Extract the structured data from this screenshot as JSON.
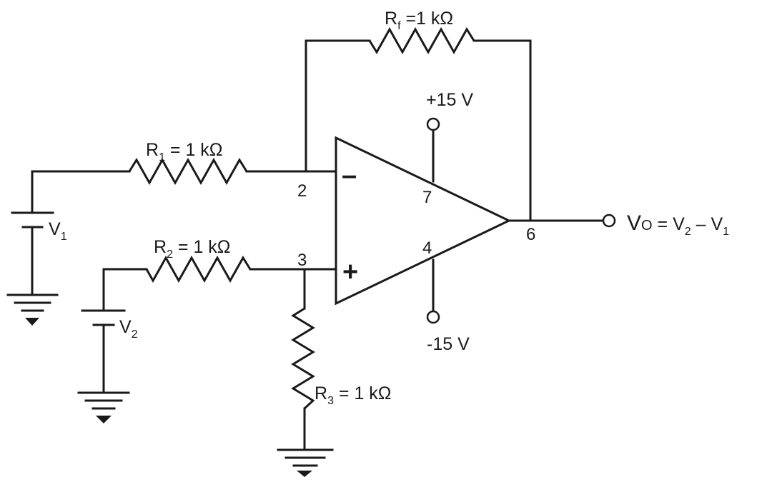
{
  "colors": {
    "line": "#1a1a1a",
    "background": "#ffffff"
  },
  "resistors": {
    "rf": {
      "symbol": "R",
      "sub": "f",
      "value": " =1 kΩ"
    },
    "r1": {
      "symbol": "R",
      "sub": "1",
      "value": " = 1 kΩ"
    },
    "r2": {
      "symbol": "R",
      "sub": "2",
      "value": " = 1 kΩ"
    },
    "r3": {
      "symbol": "R",
      "sub": "3",
      "value": " = 1 kΩ"
    }
  },
  "sources": {
    "v1": {
      "symbol": "V",
      "sub": "1"
    },
    "v2": {
      "symbol": "V",
      "sub": "2"
    }
  },
  "supply": {
    "positive": "+15 V",
    "negative": "-15 V"
  },
  "opamp": {
    "inverting_sign": "–",
    "noninverting_sign": "+",
    "pins": {
      "inverting": "2",
      "noninverting": "3",
      "output": "6",
      "vpos": "7",
      "vneg": "4"
    }
  },
  "output": {
    "label_v": "V",
    "label_o": "O",
    "eq": " = V",
    "sub_a": "2",
    "minus": " – V",
    "sub_b": "1"
  }
}
